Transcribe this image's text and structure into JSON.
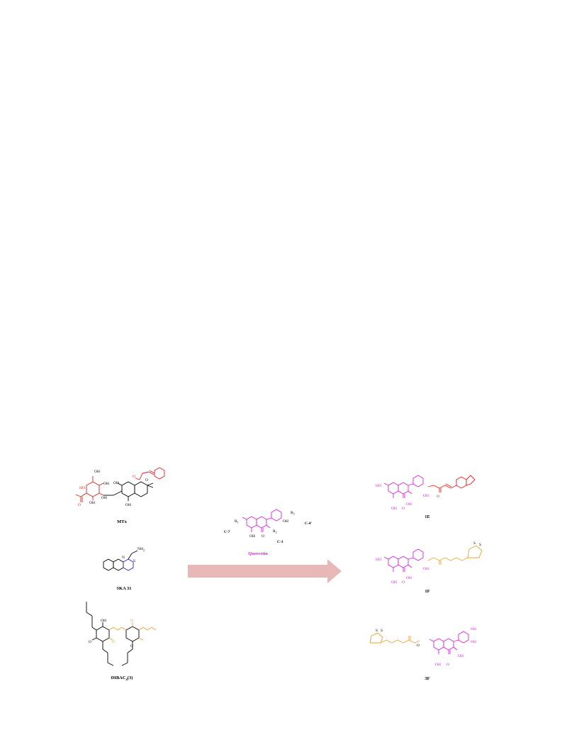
{
  "figure": {
    "colors": {
      "black": "#000000",
      "red": "#ee1c1c",
      "magenta": "#e020e0",
      "orange": "#f0a030",
      "blue": "#2222dd",
      "arrow": "#e8b8b6"
    },
    "left_compounds": {
      "mtx": {
        "label": "MTx"
      },
      "ska": {
        "label": "SKA 31",
        "nh2": "NH",
        "nh2_sub": "2",
        "n": "N",
        "s": "S"
      },
      "dibac": {
        "label_main": "DIBAC",
        "label_sub": "4",
        "label_tail": "(3)"
      }
    },
    "center": {
      "name": "Quercetin",
      "pos_c7": "C-7",
      "pos_c3": "C-3",
      "pos_c4p": "C-4'",
      "r1": "R",
      "r1_sub": "1",
      "r2": "R",
      "r2_sub": "2",
      "r3": "R",
      "r3_sub": "3"
    },
    "arrow": {
      "direction": "right"
    },
    "right_compounds": {
      "c1": {
        "label": "1E"
      },
      "c2": {
        "label": "1F"
      },
      "c3": {
        "label": "3F"
      }
    },
    "atoms": {
      "oh": "OH",
      "ho": "HO",
      "o": "O",
      "s": "S"
    }
  }
}
